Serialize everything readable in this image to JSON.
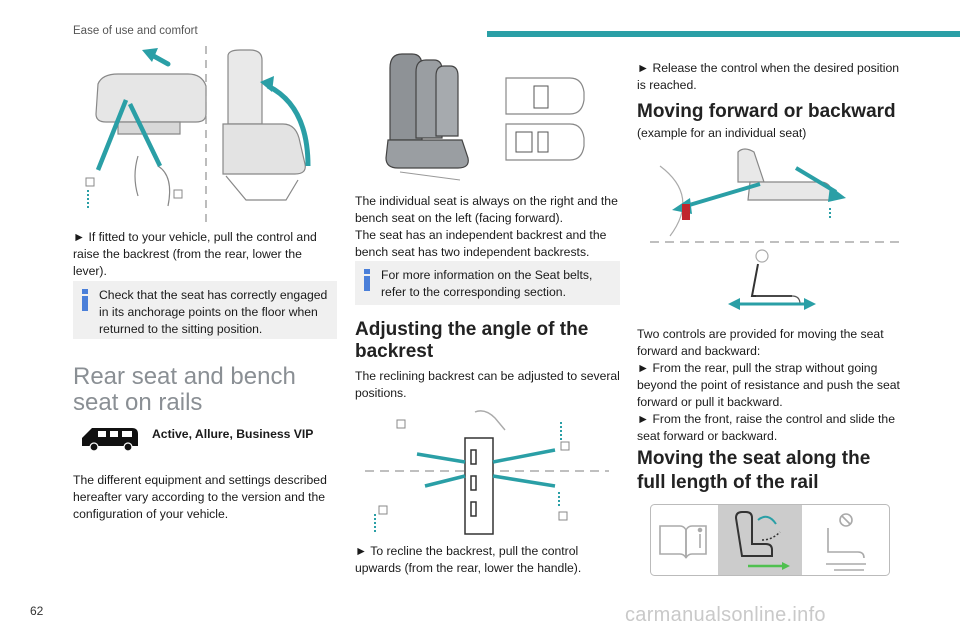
{
  "header": {
    "title": "Ease of use and comfort",
    "accent_color": "#2a9fa6"
  },
  "col1": {
    "p_backrest": "► If fitted to your vehicle, pull the control and raise the backrest (from the rear, lower the lever).",
    "info_anchor": "Check that the seat has correctly engaged in its anchorage points on the floor when returned to the sitting position.",
    "heading_rails": "Rear seat and bench seat on rails",
    "versions_label": "Active, Allure, Business VIP",
    "p_equipment": "The different equipment and settings described hereafter vary according to the version and the configuration of your vehicle."
  },
  "col2": {
    "p_individual": "The individual seat is always on the right and the bench seat on the left (facing forward).",
    "p_backrests": "The seat has an independent backrest and the bench seat has two independent backrests.",
    "info_seatbelts": "For more information on the Seat belts, refer to the corresponding section.",
    "heading_angle": "Adjusting the angle of the backrest",
    "p_reclining": "The reclining backrest can be adjusted to several positions.",
    "p_recline": "► To recline the backrest, pull the control upwards (from the rear, lower the handle)."
  },
  "col3": {
    "p_release": "► Release the control when the desired position is reached.",
    "heading_moving": "Moving forward or backward",
    "p_example": "(example for an individual seat)",
    "p_controls": "Two controls are provided for moving the seat forward and backward:",
    "p_rear": "► From the rear, pull the strap without going beyond the point of resistance and push the seat forward or pull it backward.",
    "p_front": "► From the front, raise the control and slide the seat forward or backward.",
    "heading_full_length": "Moving the seat along the full length of the rail"
  },
  "footer": {
    "page_number": "62",
    "watermark": "carmanualsonline.info"
  }
}
